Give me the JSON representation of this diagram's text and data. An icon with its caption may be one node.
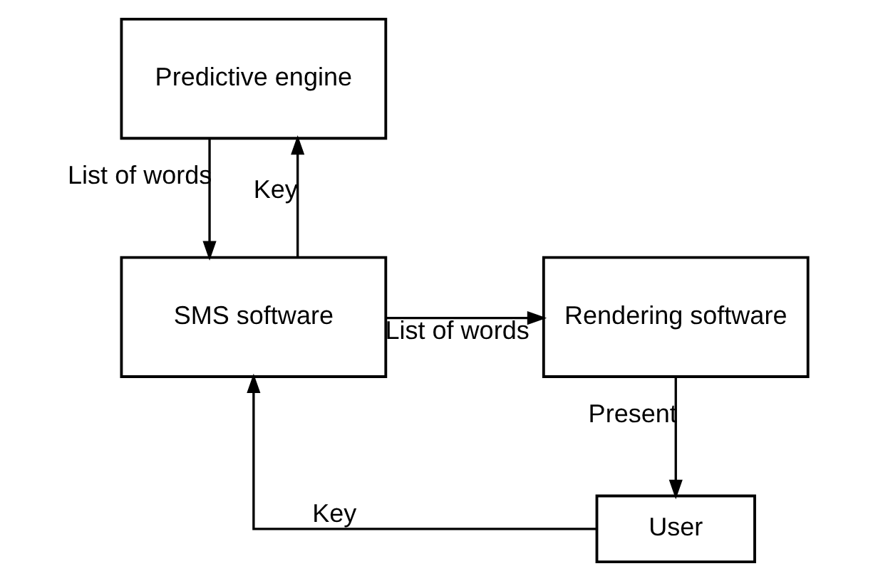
{
  "diagram": {
    "nodes": [
      {
        "text": [
          "Predictive engine"
        ]
      },
      {
        "text": [
          "SMS software"
        ]
      },
      {
        "text": [
          "Rendering software"
        ]
      },
      {
        "text": [
          "User"
        ]
      }
    ],
    "edges": [
      {
        "from": 1,
        "to": 0,
        "arrow": "to",
        "label": "Key"
      },
      {
        "from": 0,
        "to": 1,
        "arrow": "to",
        "label": "List of words"
      },
      {
        "from": 1,
        "to": 2,
        "arrow": "to",
        "label": "List of words"
      },
      {
        "from": 2,
        "to": 3,
        "arrow": "to",
        "label": "Present"
      },
      {
        "from": 3,
        "to": 1,
        "arrow": "to",
        "label": "Key"
      }
    ]
  }
}
